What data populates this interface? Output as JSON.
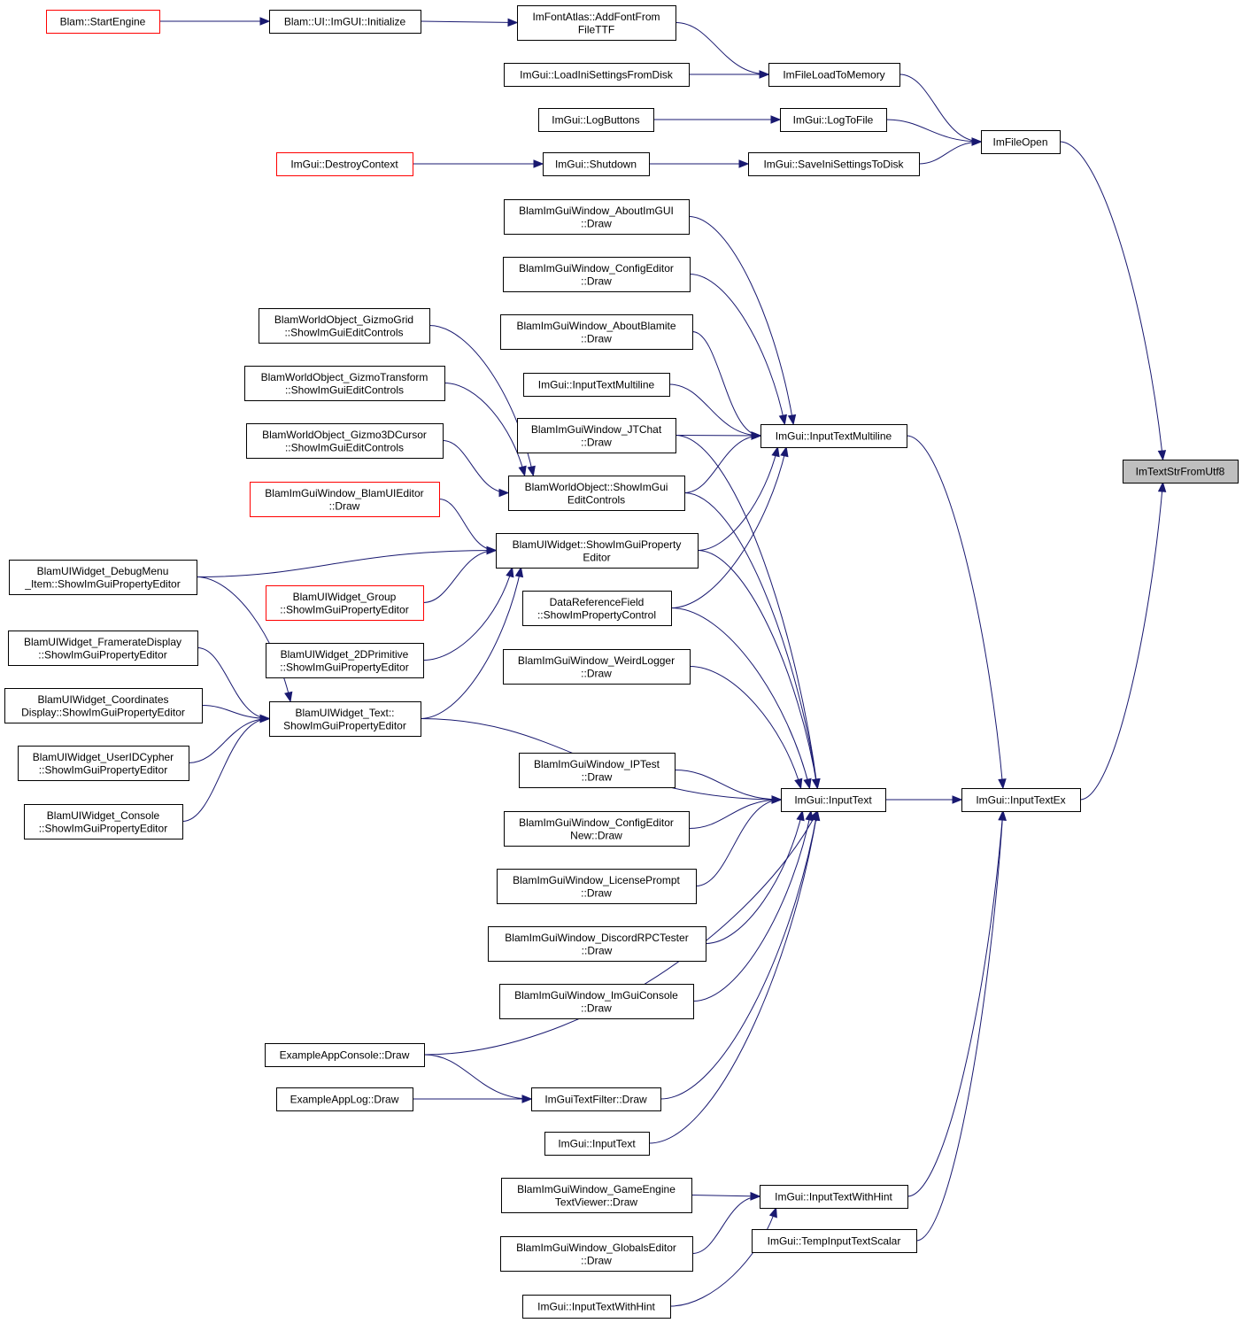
{
  "colors": {
    "edge": "#191970",
    "node_border": "#000000",
    "truncated_node_border": "#ff0000",
    "current_node_fill": "#bfbfbf"
  },
  "nodes": {
    "start_engine": {
      "lines": [
        "Blam::StartEngine"
      ],
      "truncated": true
    },
    "ui_init": {
      "lines": [
        "Blam::UI::ImGUI::Initialize"
      ]
    },
    "add_font": {
      "lines": [
        "ImFontAtlas::AddFontFrom",
        "FileTTF"
      ]
    },
    "load_ini": {
      "lines": [
        "ImGui::LoadIniSettingsFromDisk"
      ]
    },
    "file_load": {
      "lines": [
        "ImFileLoadToMemory"
      ]
    },
    "log_buttons": {
      "lines": [
        "ImGui::LogButtons"
      ]
    },
    "log_to_file": {
      "lines": [
        "ImGui::LogToFile"
      ]
    },
    "file_open": {
      "lines": [
        "ImFileOpen"
      ]
    },
    "destroy_ctx": {
      "lines": [
        "ImGui::DestroyContext"
      ],
      "truncated": true
    },
    "shutdown": {
      "lines": [
        "ImGui::Shutdown"
      ]
    },
    "save_ini": {
      "lines": [
        "ImGui::SaveIniSettingsToDisk"
      ]
    },
    "target": {
      "lines": [
        "ImTextStrFromUtf8"
      ],
      "current": true
    },
    "about_imgui": {
      "lines": [
        "BlamImGuiWindow_AboutImGUI",
        "::Draw"
      ]
    },
    "config_editor": {
      "lines": [
        "BlamImGuiWindow_ConfigEditor",
        "::Draw"
      ]
    },
    "about_blamite": {
      "lines": [
        "BlamImGuiWindow_AboutBlamite",
        "::Draw"
      ]
    },
    "input_ml_caller": {
      "lines": [
        "ImGui::InputTextMultiline"
      ]
    },
    "jtchat": {
      "lines": [
        "BlamImGuiWindow_JTChat",
        "::Draw"
      ]
    },
    "input_ml": {
      "lines": [
        "ImGui::InputTextMultiline"
      ]
    },
    "gizmo_grid": {
      "lines": [
        "BlamWorldObject_GizmoGrid",
        "::ShowImGuiEditControls"
      ]
    },
    "gizmo_transform": {
      "lines": [
        "BlamWorldObject_GizmoTransform",
        "::ShowImGuiEditControls"
      ]
    },
    "gizmo_3d": {
      "lines": [
        "BlamWorldObject_Gizmo3DCursor",
        "::ShowImGuiEditControls"
      ]
    },
    "world_obj": {
      "lines": [
        "BlamWorldObject::ShowImGui",
        "EditControls"
      ]
    },
    "blamui_editor": {
      "lines": [
        "BlamImGuiWindow_BlamUIEditor",
        "::Draw"
      ],
      "truncated": true
    },
    "widget_prop": {
      "lines": [
        "BlamUIWidget::ShowImGuiProperty",
        "Editor"
      ]
    },
    "debug_menu": {
      "lines": [
        "BlamUIWidget_DebugMenu",
        "_Item::ShowImGuiPropertyEditor"
      ]
    },
    "group": {
      "lines": [
        "BlamUIWidget_Group",
        "::ShowImGuiPropertyEditor"
      ],
      "truncated": true
    },
    "data_ref": {
      "lines": [
        "DataReferenceField",
        "::ShowImPropertyControl"
      ]
    },
    "framerate": {
      "lines": [
        "BlamUIWidget_FramerateDisplay",
        "::ShowImGuiPropertyEditor"
      ]
    },
    "prim2d": {
      "lines": [
        "BlamUIWidget_2DPrimitive",
        "::ShowImGuiPropertyEditor"
      ]
    },
    "weird_logger": {
      "lines": [
        "BlamImGuiWindow_WeirdLogger",
        "::Draw"
      ]
    },
    "coords": {
      "lines": [
        "BlamUIWidget_Coordinates",
        "Display::ShowImGuiPropertyEditor"
      ]
    },
    "text_widget": {
      "lines": [
        "BlamUIWidget_Text::",
        "ShowImGuiPropertyEditor"
      ]
    },
    "userid": {
      "lines": [
        "BlamUIWidget_UserIDCypher",
        "::ShowImGuiPropertyEditor"
      ]
    },
    "console_widget": {
      "lines": [
        "BlamUIWidget_Console",
        "::ShowImGuiPropertyEditor"
      ]
    },
    "iptest": {
      "lines": [
        "BlamImGuiWindow_IPTest",
        "::Draw"
      ]
    },
    "input_text": {
      "lines": [
        "ImGui::InputText"
      ]
    },
    "input_text_ex": {
      "lines": [
        "ImGui::InputTextEx"
      ]
    },
    "config_new": {
      "lines": [
        "BlamImGuiWindow_ConfigEditor",
        "New::Draw"
      ]
    },
    "license": {
      "lines": [
        "BlamImGuiWindow_LicensePrompt",
        "::Draw"
      ]
    },
    "discord": {
      "lines": [
        "BlamImGuiWindow_DiscordRPCTester",
        "::Draw"
      ]
    },
    "imgui_console": {
      "lines": [
        "BlamImGuiWindow_ImGuiConsole",
        "::Draw"
      ]
    },
    "app_console": {
      "lines": [
        "ExampleAppConsole::Draw"
      ]
    },
    "app_log": {
      "lines": [
        "ExampleAppLog::Draw"
      ]
    },
    "text_filter": {
      "lines": [
        "ImGuiTextFilter::Draw"
      ]
    },
    "input_text_caller": {
      "lines": [
        "ImGui::InputText"
      ]
    },
    "game_engine": {
      "lines": [
        "BlamImGuiWindow_GameEngine",
        "TextViewer::Draw"
      ]
    },
    "with_hint": {
      "lines": [
        "ImGui::InputTextWithHint"
      ]
    },
    "temp_scalar": {
      "lines": [
        "ImGui::TempInputTextScalar"
      ]
    },
    "globals": {
      "lines": [
        "BlamImGuiWindow_GlobalsEditor",
        "::Draw"
      ]
    },
    "with_hint_caller": {
      "lines": [
        "ImGui::InputTextWithHint"
      ]
    }
  },
  "edges": [
    [
      "start_engine",
      "ui_init"
    ],
    [
      "ui_init",
      "add_font"
    ],
    [
      "add_font",
      "file_load"
    ],
    [
      "load_ini",
      "file_load"
    ],
    [
      "file_load",
      "file_open"
    ],
    [
      "log_buttons",
      "log_to_file"
    ],
    [
      "log_to_file",
      "file_open"
    ],
    [
      "destroy_ctx",
      "shutdown"
    ],
    [
      "shutdown",
      "save_ini"
    ],
    [
      "save_ini",
      "file_open"
    ],
    [
      "file_open",
      "target"
    ],
    [
      "about_imgui",
      "input_ml"
    ],
    [
      "config_editor",
      "input_ml"
    ],
    [
      "about_blamite",
      "input_ml"
    ],
    [
      "input_ml_caller",
      "input_ml"
    ],
    [
      "jtchat",
      "input_ml"
    ],
    [
      "world_obj",
      "input_ml"
    ],
    [
      "widget_prop",
      "input_ml"
    ],
    [
      "data_ref",
      "input_ml"
    ],
    [
      "gizmo_grid",
      "world_obj"
    ],
    [
      "gizmo_transform",
      "world_obj"
    ],
    [
      "gizmo_3d",
      "world_obj"
    ],
    [
      "blamui_editor",
      "widget_prop"
    ],
    [
      "debug_menu",
      "widget_prop"
    ],
    [
      "group",
      "widget_prop"
    ],
    [
      "prim2d",
      "widget_prop"
    ],
    [
      "text_widget",
      "widget_prop"
    ],
    [
      "debug_menu",
      "text_widget"
    ],
    [
      "framerate",
      "text_widget"
    ],
    [
      "coords",
      "text_widget"
    ],
    [
      "userid",
      "text_widget"
    ],
    [
      "console_widget",
      "text_widget"
    ],
    [
      "jtchat",
      "input_text"
    ],
    [
      "world_obj",
      "input_text"
    ],
    [
      "widget_prop",
      "input_text"
    ],
    [
      "data_ref",
      "input_text"
    ],
    [
      "weird_logger",
      "input_text"
    ],
    [
      "text_widget",
      "input_text"
    ],
    [
      "iptest",
      "input_text"
    ],
    [
      "config_new",
      "input_text"
    ],
    [
      "license",
      "input_text"
    ],
    [
      "discord",
      "input_text"
    ],
    [
      "imgui_console",
      "input_text"
    ],
    [
      "app_console",
      "input_text"
    ],
    [
      "text_filter",
      "input_text"
    ],
    [
      "input_text_caller",
      "input_text"
    ],
    [
      "app_console",
      "text_filter"
    ],
    [
      "app_log",
      "text_filter"
    ],
    [
      "input_ml",
      "input_text_ex"
    ],
    [
      "input_text",
      "input_text_ex"
    ],
    [
      "with_hint",
      "input_text_ex"
    ],
    [
      "temp_scalar",
      "input_text_ex"
    ],
    [
      "input_text_ex",
      "target"
    ],
    [
      "game_engine",
      "with_hint"
    ],
    [
      "globals",
      "with_hint"
    ],
    [
      "with_hint_caller",
      "with_hint"
    ]
  ]
}
